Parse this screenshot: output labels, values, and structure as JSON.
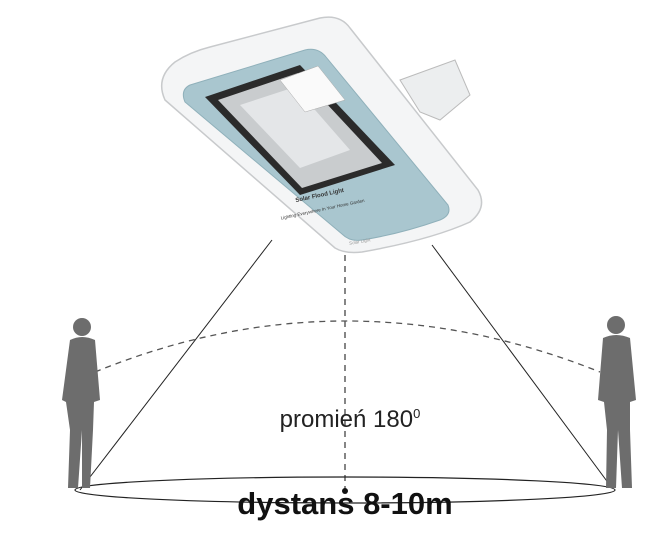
{
  "lamp": {
    "title": "Solar Flood Light",
    "slogan": "Lighting Everywhere In Your Home Garden",
    "bottom_label": "Solar Light"
  },
  "labels": {
    "radius_text": "promień 180",
    "radius_sup": "0",
    "distance": "dystans 8-10m"
  },
  "colors": {
    "panel": "#a9c6cf",
    "body": "#f4f5f6",
    "silhouette": "#6d6d6d"
  }
}
